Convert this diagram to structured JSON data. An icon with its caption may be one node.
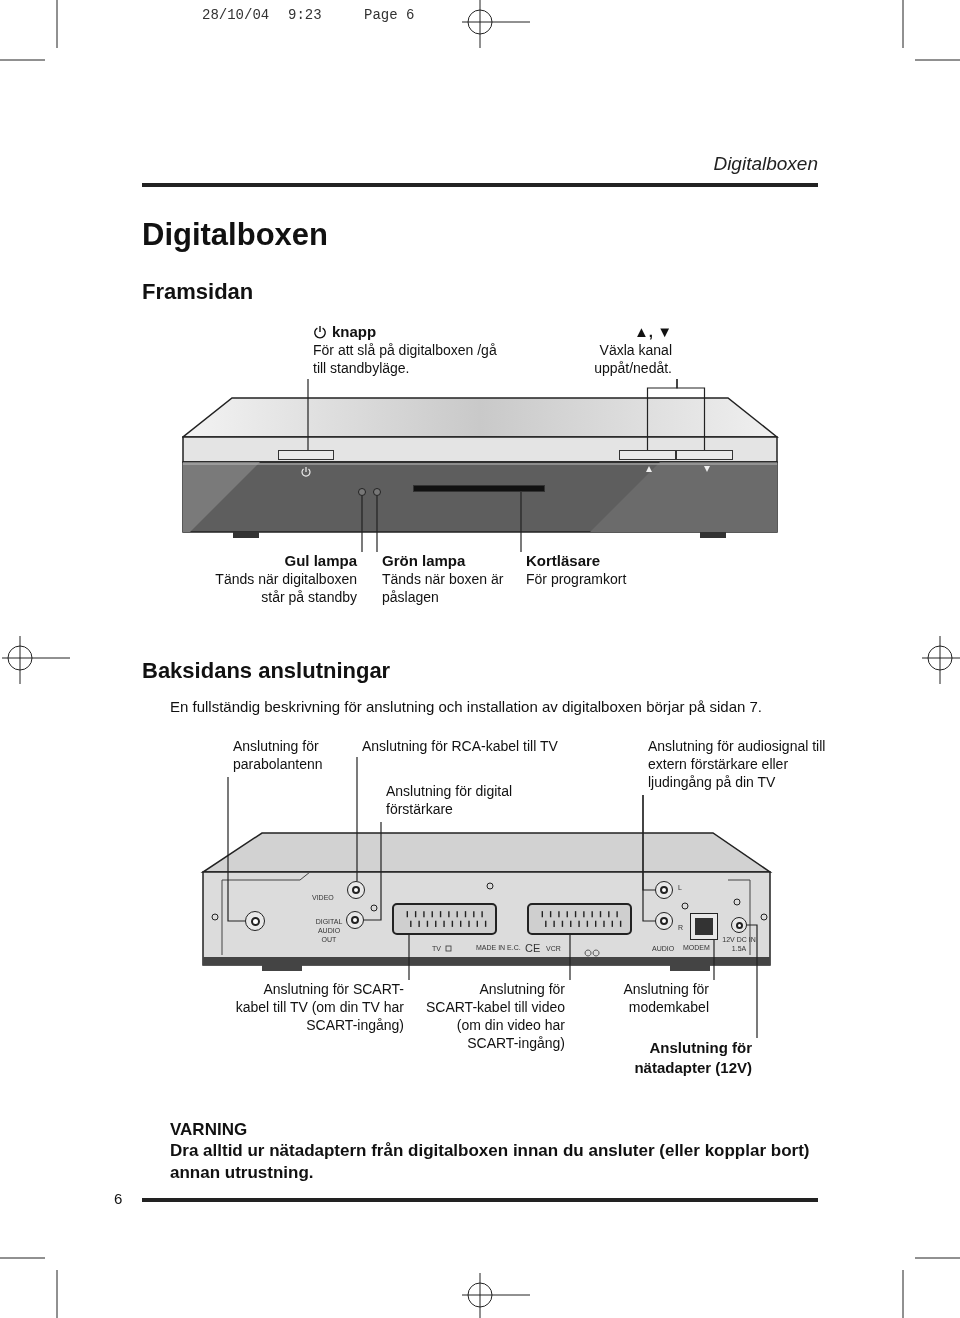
{
  "diagram": {
    "title": "Digitalboxen",
    "nodes": [
      {
        "text": [
          "knapp",
          "För att slå på digitalboxen /gå till standbyläge."
        ]
      },
      {
        "text": [
          "▲, ▼",
          "Växla kanal uppåt/nedåt."
        ]
      },
      {
        "text": [],
        "shape": "bar"
      },
      {
        "text": [],
        "shape": "bar"
      },
      {
        "text": [],
        "shape": "bar"
      },
      {
        "text": [
          "Gul lampa",
          "Tänds när digitalboxen står på standby"
        ]
      },
      {
        "text": [
          "Grön lampa",
          "Tänds när boxen är påslagen"
        ]
      },
      {
        "text": [
          "Kortläsare",
          "För programkort"
        ]
      },
      {
        "text": [],
        "shape": "circle"
      },
      {
        "text": [],
        "shape": "circle"
      },
      {
        "text": [],
        "shape": "bar"
      },
      {
        "text": [
          "Anslutning för parabolantenn"
        ]
      },
      {
        "text": [
          "Anslutning för RCA-kabel till TV"
        ]
      },
      {
        "text": [
          "Anslutning för digital förstärkare"
        ]
      },
      {
        "text": [
          "Anslutning för audiosignal till extern förstärkare eller ljudingång på din TV"
        ]
      },
      {
        "text": [
          "Anslutning för SCART-kabel till TV (om din TV har SCART-ingång)"
        ]
      },
      {
        "text": [
          "Anslutning för SCART-kabel till video (om din video har SCART-ingång)"
        ]
      },
      {
        "text": [
          "Anslutning för modemkabel"
        ]
      },
      {
        "text": [
          "Anslutning för nätadapter (12V)"
        ]
      },
      {
        "text": [],
        "shape": "circle"
      },
      {
        "text": [],
        "shape": "circle",
        "beside": [
          "VIDEO"
        ]
      },
      {
        "text": [],
        "shape": "circle",
        "beside": [
          "DIGITAL AUDIO OUT"
        ]
      },
      {
        "text": [],
        "shape": "circle",
        "beside": [
          "L"
        ]
      },
      {
        "text": [],
        "shape": "circle",
        "beside": [
          "R"
        ]
      },
      {
        "text": [],
        "shape": "box",
        "beside": [
          "TV"
        ]
      },
      {
        "text": [],
        "shape": "box",
        "beside": [
          "VCR"
        ]
      },
      {
        "text": [],
        "shape": "box",
        "beside": [
          "MODEM"
        ]
      },
      {
        "text": [],
        "shape": "circle",
        "beside": [
          "12V DC IN 1.5A"
        ]
      }
    ],
    "edges": [
      {
        "from": 0,
        "to": 2,
        "arrow": "none"
      },
      {
        "from": 1,
        "to": 3,
        "arrow": "none"
      },
      {
        "from": 1,
        "to": 4,
        "arrow": "none"
      },
      {
        "from": 5,
        "to": 8,
        "arrow": "none"
      },
      {
        "from": 6,
        "to": 9,
        "arrow": "none"
      },
      {
        "from": 7,
        "to": 10,
        "arrow": "none"
      },
      {
        "from": 11,
        "to": 19,
        "arrow": "none"
      },
      {
        "from": 12,
        "to": 20,
        "arrow": "none"
      },
      {
        "from": 13,
        "to": 21,
        "arrow": "none"
      },
      {
        "from": 14,
        "to": 22,
        "arrow": "none"
      },
      {
        "from": 14,
        "to": 23,
        "arrow": "none"
      },
      {
        "from": 15,
        "to": 24,
        "arrow": "none"
      },
      {
        "from": 16,
        "to": 25,
        "arrow": "none"
      },
      {
        "from": 17,
        "to": 26,
        "arrow": "none"
      },
      {
        "from": 18,
        "to": 27,
        "arrow": "none"
      }
    ],
    "labels": [
      "28/10/04",
      "9:23",
      "Page 6",
      "Digitalboxen",
      "Framsidan",
      "Baksidans anslutningar",
      "En fullständig beskrivning för anslutning och installation av digitalboxen börjar på sidan 7.",
      "MADE IN E.C.",
      "CE",
      "AUDIO",
      "VARNING",
      "Dra alltid ur nätadaptern från digitalboxen innan du ansluter (eller kopplar bort) annan utrustning.",
      "6"
    ]
  }
}
